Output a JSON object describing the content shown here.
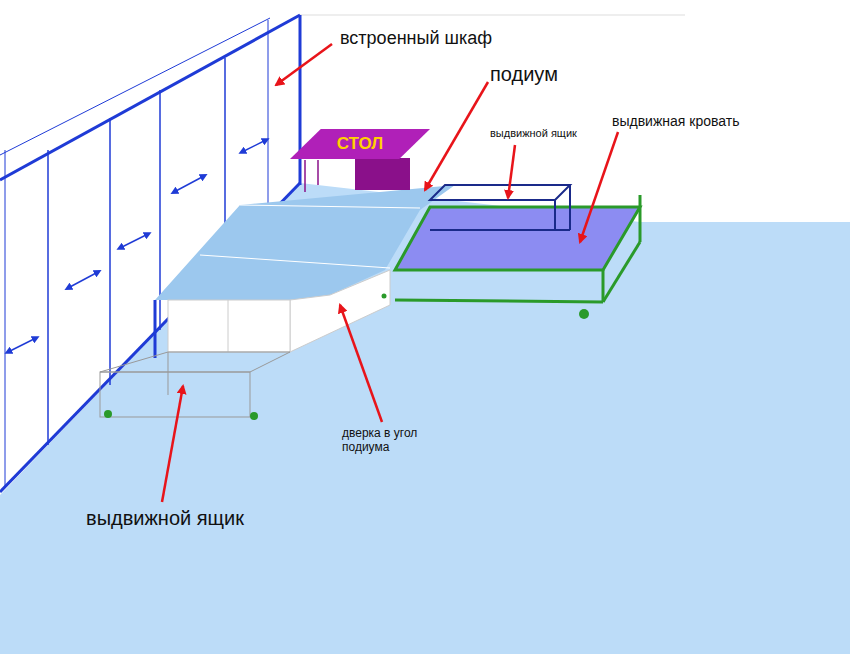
{
  "diagram": {
    "nodes": [
      {
        "text": [
          "СТОЛ"
        ]
      }
    ],
    "labels": [
      "встроенный шкаф",
      "подиум",
      "выдвижной ящик",
      "выдвижная кровать",
      "дверка в угол подиума",
      "выдвижной ящик"
    ]
  }
}
